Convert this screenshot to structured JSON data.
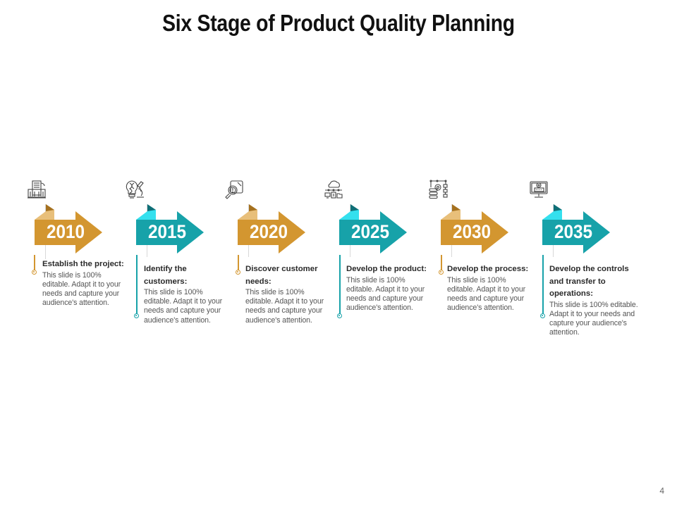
{
  "slide": {
    "title": "Six Stage of Product Quality Planning",
    "page_number": "4"
  },
  "colors": {
    "gold": "#D39630",
    "gold_light": "#E8BF7A",
    "gold_dark": "#A5711F",
    "teal": "#17A2A9",
    "teal_light": "#34E0EE",
    "teal_dark": "#0E6F77"
  },
  "stages": [
    {
      "year": "2010",
      "color": "gold",
      "icon": "office-building-icon",
      "heading": "Establish the project:",
      "heading_lines": [
        "Establish the",
        "project:"
      ],
      "body": "This slide is 100% editable. Adapt it to your needs and capture your audience's attention."
    },
    {
      "year": "2015",
      "color": "teal",
      "icon": "dna-bulb-microscope-icon",
      "heading": "Identify the customers:",
      "heading_lines": [
        "Identify the",
        "customers:"
      ],
      "body": "This slide is 100% editable. Adapt it to your needs and capture your audience's attention."
    },
    {
      "year": "2020",
      "color": "gold",
      "icon": "magnifier-search-icon",
      "heading": "Discover customer needs:",
      "heading_lines": [
        "Discover customer",
        "needs:"
      ],
      "body": "This slide is 100% editable. Adapt it to your needs and capture your audience's attention."
    },
    {
      "year": "2025",
      "color": "teal",
      "icon": "cloud-network-icon",
      "heading": "Develop the product:",
      "heading_lines": [
        "Develop the product:"
      ],
      "body": "This slide is 100% editable. Adapt it to your needs and capture your audience's attention."
    },
    {
      "year": "2030",
      "color": "gold",
      "icon": "database-flowchart-icon",
      "heading": "Develop the process:",
      "heading_lines": [
        "Develop the process:"
      ],
      "body": "This slide is 100% editable. Adapt it to your needs and capture your audience's attention."
    },
    {
      "year": "2035",
      "color": "teal",
      "icon": "monitor-settings-icon",
      "heading": "Develop the controls and transfer to operations:",
      "heading_lines": [
        "Develop the controls",
        "and transfer to",
        "operations:"
      ],
      "body": "This slide is 100% editable. Adapt it to your needs and capture your audience's attention."
    }
  ]
}
